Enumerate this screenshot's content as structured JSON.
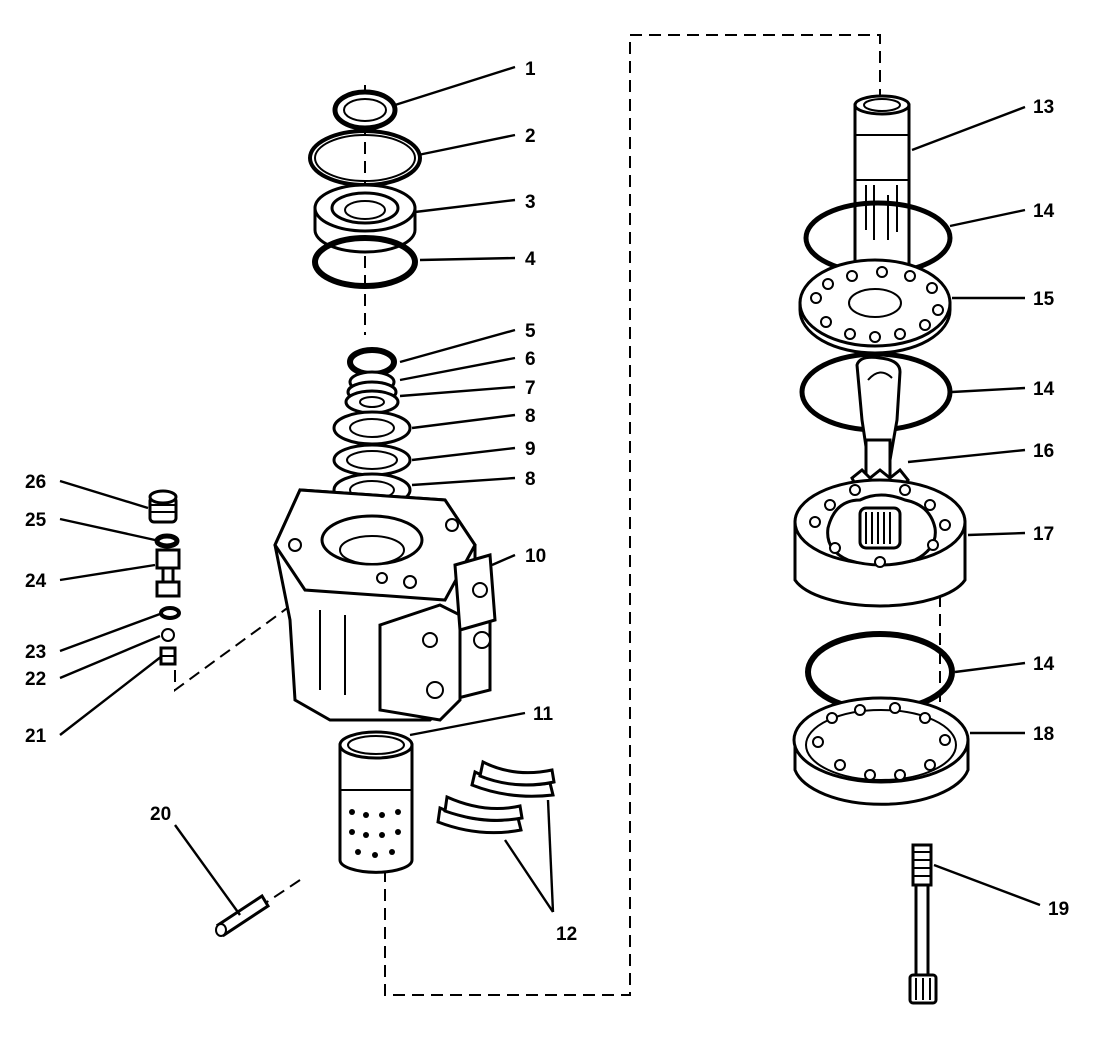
{
  "callouts": [
    {
      "id": "1",
      "label": "1"
    },
    {
      "id": "2",
      "label": "2"
    },
    {
      "id": "3",
      "label": "3"
    },
    {
      "id": "4",
      "label": "4"
    },
    {
      "id": "5",
      "label": "5"
    },
    {
      "id": "6",
      "label": "6"
    },
    {
      "id": "7",
      "label": "7"
    },
    {
      "id": "8a",
      "label": "8"
    },
    {
      "id": "9",
      "label": "9"
    },
    {
      "id": "8b",
      "label": "8"
    },
    {
      "id": "10",
      "label": "10"
    },
    {
      "id": "11",
      "label": "11"
    },
    {
      "id": "12",
      "label": "12"
    },
    {
      "id": "13",
      "label": "13"
    },
    {
      "id": "14a",
      "label": "14"
    },
    {
      "id": "15",
      "label": "15"
    },
    {
      "id": "14b",
      "label": "14"
    },
    {
      "id": "16",
      "label": "16"
    },
    {
      "id": "17",
      "label": "17"
    },
    {
      "id": "14c",
      "label": "14"
    },
    {
      "id": "18",
      "label": "18"
    },
    {
      "id": "19",
      "label": "19"
    },
    {
      "id": "20",
      "label": "20"
    },
    {
      "id": "21",
      "label": "21"
    },
    {
      "id": "22",
      "label": "22"
    },
    {
      "id": "23",
      "label": "23"
    },
    {
      "id": "24",
      "label": "24"
    },
    {
      "id": "25",
      "label": "25"
    },
    {
      "id": "26",
      "label": "26"
    }
  ]
}
